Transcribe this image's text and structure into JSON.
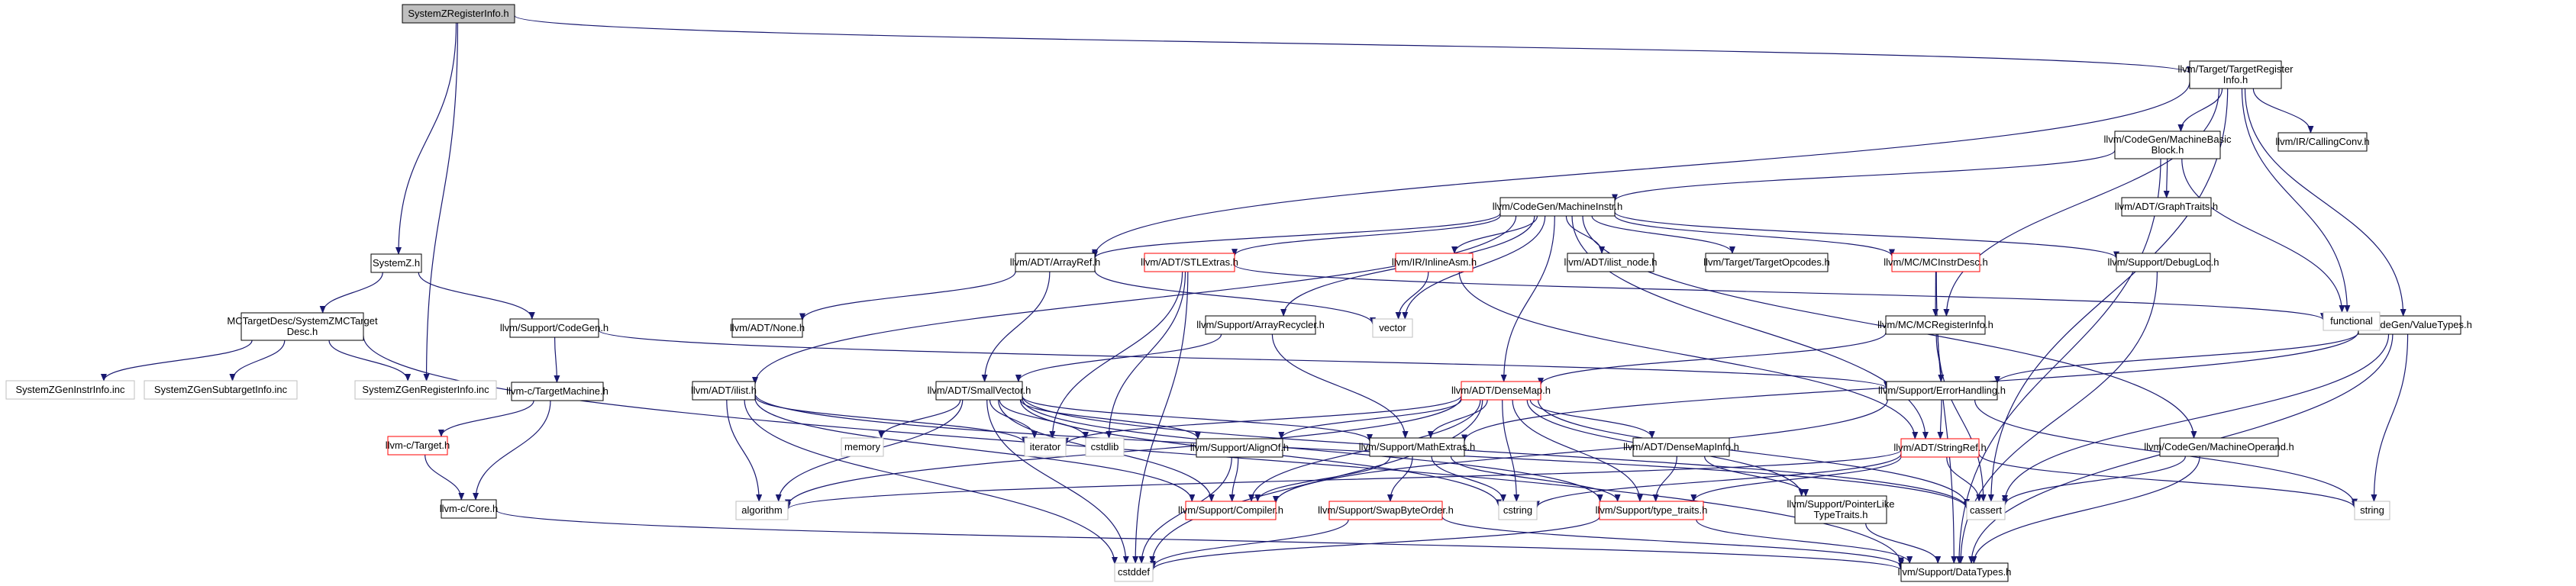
{
  "colors": {
    "edge": "#191970",
    "node_border": "#000000",
    "node_border_missing": "#bfbfbf",
    "node_border_truncated": "#ff0000",
    "node_fill": "#ffffff",
    "node_fill_root": "#bfbfbf",
    "text": "#000000"
  },
  "nodes": [
    {
      "id": "root",
      "lines": [
        "SystemZRegisterInfo.h"
      ],
      "style": "root"
    },
    {
      "id": "ttri",
      "lines": [
        "llvm/Target/TargetRegister",
        "Info.h"
      ],
      "style": "normal"
    },
    {
      "id": "systemz",
      "lines": [
        "SystemZ.h"
      ],
      "style": "normal"
    },
    {
      "id": "genreginfo",
      "lines": [
        "SystemZGenRegisterInfo.inc"
      ],
      "style": "missing"
    },
    {
      "id": "mctargetdesc",
      "lines": [
        "MCTargetDesc/SystemZMCTarget",
        "Desc.h"
      ],
      "style": "normal"
    },
    {
      "id": "codegen_h",
      "lines": [
        "llvm/Support/CodeGen.h"
      ],
      "style": "normal"
    },
    {
      "id": "geninstr",
      "lines": [
        "SystemZGenInstrInfo.inc"
      ],
      "style": "missing"
    },
    {
      "id": "gensubtarget",
      "lines": [
        "SystemZGenSubtargetInfo.inc"
      ],
      "style": "missing"
    },
    {
      "id": "c_targetmachine",
      "lines": [
        "llvm-c/TargetMachine.h"
      ],
      "style": "normal"
    },
    {
      "id": "c_target",
      "lines": [
        "llvm-c/Target.h"
      ],
      "style": "truncated"
    },
    {
      "id": "c_core",
      "lines": [
        "llvm-c/Core.h"
      ],
      "style": "normal"
    },
    {
      "id": "mbb",
      "lines": [
        "llvm/CodeGen/MachineBasic",
        "Block.h"
      ],
      "style": "normal"
    },
    {
      "id": "callingconv",
      "lines": [
        "llvm/IR/CallingConv.h"
      ],
      "style": "normal"
    },
    {
      "id": "mcreginfo",
      "lines": [
        "llvm/MC/MCRegisterInfo.h"
      ],
      "style": "normal"
    },
    {
      "id": "valuetypes",
      "lines": [
        "llvm/CodeGen/ValueTypes.h"
      ],
      "style": "normal"
    },
    {
      "id": "functional",
      "lines": [
        "functional"
      ],
      "style": "missing"
    },
    {
      "id": "machineinstr",
      "lines": [
        "llvm/CodeGen/MachineInstr.h"
      ],
      "style": "normal"
    },
    {
      "id": "graphtraits",
      "lines": [
        "llvm/ADT/GraphTraits.h"
      ],
      "style": "normal"
    },
    {
      "id": "arrayref",
      "lines": [
        "llvm/ADT/ArrayRef.h"
      ],
      "style": "normal"
    },
    {
      "id": "stlextras",
      "lines": [
        "llvm/ADT/STLExtras.h"
      ],
      "style": "truncated"
    },
    {
      "id": "inlineasm",
      "lines": [
        "llvm/IR/InlineAsm.h"
      ],
      "style": "truncated"
    },
    {
      "id": "ilist_node",
      "lines": [
        "llvm/ADT/ilist_node.h"
      ],
      "style": "normal"
    },
    {
      "id": "targetopcodes",
      "lines": [
        "llvm/Target/TargetOpcodes.h"
      ],
      "style": "normal"
    },
    {
      "id": "mcinstrdesc",
      "lines": [
        "llvm/MC/MCInstrDesc.h"
      ],
      "style": "truncated"
    },
    {
      "id": "debugloc",
      "lines": [
        "llvm/Support/DebugLoc.h"
      ],
      "style": "normal"
    },
    {
      "id": "none",
      "lines": [
        "llvm/ADT/None.h"
      ],
      "style": "normal"
    },
    {
      "id": "vector",
      "lines": [
        "vector"
      ],
      "style": "missing"
    },
    {
      "id": "arrayrecycler",
      "lines": [
        "llvm/Support/ArrayRecycler.h"
      ],
      "style": "normal"
    },
    {
      "id": "ilist",
      "lines": [
        "llvm/ADT/ilist.h"
      ],
      "style": "normal"
    },
    {
      "id": "smallvector",
      "lines": [
        "llvm/ADT/SmallVector.h"
      ],
      "style": "normal"
    },
    {
      "id": "densemap",
      "lines": [
        "llvm/ADT/DenseMap.h"
      ],
      "style": "truncated"
    },
    {
      "id": "errorhandling",
      "lines": [
        "llvm/Support/ErrorHandling.h"
      ],
      "style": "normal"
    },
    {
      "id": "memory",
      "lines": [
        "memory"
      ],
      "style": "missing"
    },
    {
      "id": "iterator",
      "lines": [
        "iterator"
      ],
      "style": "missing"
    },
    {
      "id": "cstdlib",
      "lines": [
        "cstdlib"
      ],
      "style": "missing"
    },
    {
      "id": "alignof",
      "lines": [
        "llvm/Support/AlignOf.h"
      ],
      "style": "normal"
    },
    {
      "id": "mathextras",
      "lines": [
        "llvm/Support/MathExtras.h"
      ],
      "style": "normal"
    },
    {
      "id": "densemapinfo",
      "lines": [
        "llvm/ADT/DenseMapInfo.h"
      ],
      "style": "normal"
    },
    {
      "id": "stringref",
      "lines": [
        "llvm/ADT/StringRef.h"
      ],
      "style": "truncated"
    },
    {
      "id": "machineoperand",
      "lines": [
        "llvm/CodeGen/MachineOperand.h"
      ],
      "style": "normal"
    },
    {
      "id": "algorithm",
      "lines": [
        "algorithm"
      ],
      "style": "missing"
    },
    {
      "id": "compiler",
      "lines": [
        "llvm/Support/Compiler.h"
      ],
      "style": "truncated"
    },
    {
      "id": "swapbyteorder",
      "lines": [
        "llvm/Support/SwapByteOrder.h"
      ],
      "style": "truncated"
    },
    {
      "id": "cstring",
      "lines": [
        "cstring"
      ],
      "style": "missing"
    },
    {
      "id": "type_traits",
      "lines": [
        "llvm/Support/type_traits.h"
      ],
      "style": "truncated"
    },
    {
      "id": "pointerliketypetraits",
      "lines": [
        "llvm/Support/PointerLike",
        "TypeTraits.h"
      ],
      "style": "normal"
    },
    {
      "id": "cassert",
      "lines": [
        "cassert"
      ],
      "style": "missing"
    },
    {
      "id": "string",
      "lines": [
        "string"
      ],
      "style": "missing"
    },
    {
      "id": "cstddef",
      "lines": [
        "cstddef"
      ],
      "style": "missing"
    },
    {
      "id": "datatypes",
      "lines": [
        "llvm/Support/DataTypes.h"
      ],
      "style": "normal"
    }
  ],
  "edges": [
    [
      "root",
      "ttri"
    ],
    [
      "root",
      "systemz"
    ],
    [
      "root",
      "genreginfo"
    ],
    [
      "ttri",
      "mbb"
    ],
    [
      "ttri",
      "callingconv"
    ],
    [
      "ttri",
      "mcreginfo"
    ],
    [
      "ttri",
      "valuetypes"
    ],
    [
      "ttri",
      "functional"
    ],
    [
      "ttri",
      "arrayref"
    ],
    [
      "ttri",
      "cassert"
    ],
    [
      "systemz",
      "mctargetdesc"
    ],
    [
      "systemz",
      "codegen_h"
    ],
    [
      "mctargetdesc",
      "geninstr"
    ],
    [
      "mctargetdesc",
      "gensubtarget"
    ],
    [
      "mctargetdesc",
      "genreginfo"
    ],
    [
      "mctargetdesc",
      "datatypes"
    ],
    [
      "codegen_h",
      "c_targetmachine"
    ],
    [
      "codegen_h",
      "errorhandling"
    ],
    [
      "c_targetmachine",
      "c_target"
    ],
    [
      "c_targetmachine",
      "c_core"
    ],
    [
      "c_target",
      "c_core"
    ],
    [
      "c_core",
      "datatypes"
    ],
    [
      "mbb",
      "machineinstr"
    ],
    [
      "mbb",
      "graphtraits"
    ],
    [
      "mbb",
      "functional"
    ],
    [
      "mbb",
      "datatypes"
    ],
    [
      "machineinstr",
      "arrayref"
    ],
    [
      "machineinstr",
      "stlextras"
    ],
    [
      "machineinstr",
      "inlineasm"
    ],
    [
      "machineinstr",
      "ilist_node"
    ],
    [
      "machineinstr",
      "targetopcodes"
    ],
    [
      "machineinstr",
      "mcinstrdesc"
    ],
    [
      "machineinstr",
      "debugloc"
    ],
    [
      "machineinstr",
      "vector"
    ],
    [
      "machineinstr",
      "arrayrecycler"
    ],
    [
      "machineinstr",
      "ilist"
    ],
    [
      "machineinstr",
      "densemap"
    ],
    [
      "machineinstr",
      "machineoperand"
    ],
    [
      "machineinstr",
      "stringref"
    ],
    [
      "arrayref",
      "none"
    ],
    [
      "arrayref",
      "smallvector"
    ],
    [
      "arrayref",
      "vector"
    ],
    [
      "stlextras",
      "functional"
    ],
    [
      "stlextras",
      "iterator"
    ],
    [
      "stlextras",
      "cstdlib"
    ],
    [
      "stlextras",
      "cstddef"
    ],
    [
      "inlineasm",
      "vector"
    ],
    [
      "inlineasm",
      "stringref"
    ],
    [
      "mcinstrdesc",
      "mcreginfo"
    ],
    [
      "mcinstrdesc",
      "datatypes"
    ],
    [
      "debugloc",
      "datatypes"
    ],
    [
      "mcreginfo",
      "densemap"
    ],
    [
      "mcreginfo",
      "errorhandling"
    ],
    [
      "mcreginfo",
      "cassert"
    ],
    [
      "valuetypes",
      "mathextras"
    ],
    [
      "valuetypes",
      "errorhandling"
    ],
    [
      "valuetypes",
      "cassert"
    ],
    [
      "valuetypes",
      "string"
    ],
    [
      "valuetypes",
      "datatypes"
    ],
    [
      "arrayrecycler",
      "smallvector"
    ],
    [
      "arrayrecycler",
      "mathextras"
    ],
    [
      "ilist",
      "iterator"
    ],
    [
      "ilist",
      "algorithm"
    ],
    [
      "ilist",
      "cstddef"
    ],
    [
      "ilist",
      "cassert"
    ],
    [
      "ilist",
      "compiler"
    ],
    [
      "smallvector",
      "memory"
    ],
    [
      "smallvector",
      "iterator"
    ],
    [
      "smallvector",
      "cstdlib"
    ],
    [
      "smallvector",
      "alignof"
    ],
    [
      "smallvector",
      "mathextras"
    ],
    [
      "smallvector",
      "algorithm"
    ],
    [
      "smallvector",
      "compiler"
    ],
    [
      "smallvector",
      "cstring"
    ],
    [
      "smallvector",
      "type_traits"
    ],
    [
      "smallvector",
      "cstddef"
    ],
    [
      "smallvector",
      "cassert"
    ],
    [
      "densemap",
      "iterator"
    ],
    [
      "densemap",
      "alignof"
    ],
    [
      "densemap",
      "mathextras"
    ],
    [
      "densemap",
      "densemapinfo"
    ],
    [
      "densemap",
      "algorithm"
    ],
    [
      "densemap",
      "compiler"
    ],
    [
      "densemap",
      "cstring"
    ],
    [
      "densemap",
      "type_traits"
    ],
    [
      "densemap",
      "pointerliketypetraits"
    ],
    [
      "densemap",
      "cassert"
    ],
    [
      "densemap",
      "cstddef"
    ],
    [
      "errorhandling",
      "stringref"
    ],
    [
      "errorhandling",
      "compiler"
    ],
    [
      "errorhandling",
      "string"
    ],
    [
      "alignof",
      "compiler"
    ],
    [
      "alignof",
      "cstddef"
    ],
    [
      "mathextras",
      "compiler"
    ],
    [
      "mathextras",
      "swapbyteorder"
    ],
    [
      "mathextras",
      "type_traits"
    ],
    [
      "mathextras",
      "cstring"
    ],
    [
      "densemapinfo",
      "type_traits"
    ],
    [
      "densemapinfo",
      "pointerliketypetraits"
    ],
    [
      "stringref",
      "algorithm"
    ],
    [
      "stringref",
      "type_traits"
    ],
    [
      "stringref",
      "cstring"
    ],
    [
      "stringref",
      "cassert"
    ],
    [
      "stringref",
      "string"
    ],
    [
      "machineoperand",
      "cassert"
    ],
    [
      "machineoperand",
      "datatypes"
    ],
    [
      "swapbyteorder",
      "cstddef"
    ],
    [
      "swapbyteorder",
      "datatypes"
    ],
    [
      "type_traits",
      "cstddef"
    ],
    [
      "type_traits",
      "datatypes"
    ],
    [
      "pointerliketypetraits",
      "datatypes"
    ]
  ]
}
